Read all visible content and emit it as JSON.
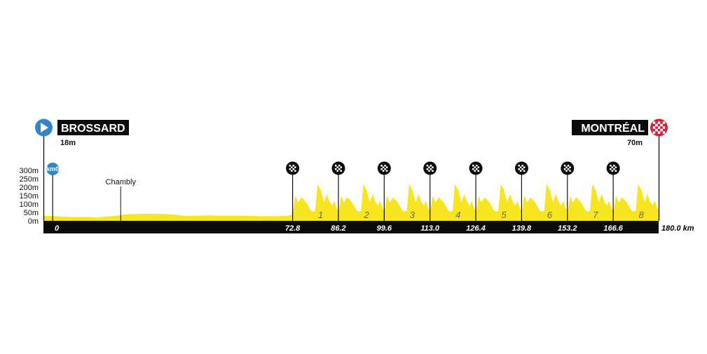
{
  "colors": {
    "profile_fill": "#f7e51f",
    "axis_bar": "#0b0b0b",
    "start_marker": "#2f86c9",
    "finish_marker": "#d0203a",
    "text": "#111111",
    "lap_number": "#6e6a3a"
  },
  "chart_data": {
    "type": "area",
    "start": {
      "name": "BROSSARD",
      "elevation_label": "18m",
      "icon": "play-arrow-icon"
    },
    "finish": {
      "name": "MONTRÉAL",
      "elevation_label": "70m",
      "icon": "checkered-flag-icon"
    },
    "km0_badge": {
      "label": "km0",
      "km": 2.6
    },
    "y_ticks": [
      "300m",
      "250m",
      "200m",
      "150m",
      "100m",
      "50m",
      "0m"
    ],
    "y_tick_values": [
      300,
      250,
      200,
      150,
      100,
      50,
      0
    ],
    "ylim": [
      0,
      300
    ],
    "xlim": [
      0,
      180
    ],
    "x_ticks": [
      {
        "km": 3.8,
        "label": "0"
      },
      {
        "km": 72.8,
        "label": "72.8"
      },
      {
        "km": 86.2,
        "label": "86.2"
      },
      {
        "km": 99.6,
        "label": "99.6"
      },
      {
        "km": 113.0,
        "label": "113.0"
      },
      {
        "km": 126.4,
        "label": "126.4"
      },
      {
        "km": 139.8,
        "label": "139.8"
      },
      {
        "km": 153.2,
        "label": "153.2"
      },
      {
        "km": 166.6,
        "label": "166.6"
      }
    ],
    "x_end_label": "180.0 km",
    "places": [
      {
        "name": "Chambly",
        "km": 22.5
      }
    ],
    "sprint_markers": [
      72.8,
      86.2,
      99.6,
      113.0,
      126.4,
      139.8,
      153.2,
      166.6
    ],
    "laps": [
      {
        "label": "1",
        "km": 81.0
      },
      {
        "label": "2",
        "km": 94.4
      },
      {
        "label": "3",
        "km": 107.8
      },
      {
        "label": "4",
        "km": 121.2
      },
      {
        "label": "5",
        "km": 134.6
      },
      {
        "label": "6",
        "km": 148.0
      },
      {
        "label": "7",
        "km": 161.4
      },
      {
        "label": "8",
        "km": 174.8
      }
    ],
    "profile_flat": [
      [
        0,
        30
      ],
      [
        3,
        28
      ],
      [
        6,
        25
      ],
      [
        9,
        22
      ],
      [
        12,
        24
      ],
      [
        15,
        20
      ],
      [
        18,
        25
      ],
      [
        21,
        30
      ],
      [
        24,
        38
      ],
      [
        27,
        40
      ],
      [
        30,
        42
      ],
      [
        33,
        41
      ],
      [
        36,
        40
      ],
      [
        39,
        35
      ],
      [
        42,
        28
      ],
      [
        45,
        30
      ],
      [
        48,
        32
      ],
      [
        51,
        31
      ],
      [
        54,
        30
      ],
      [
        57,
        30
      ],
      [
        60,
        29
      ],
      [
        63,
        28
      ],
      [
        66,
        27
      ],
      [
        69,
        28
      ],
      [
        71.5,
        30
      ]
    ],
    "lap_profile": [
      [
        0.0,
        40
      ],
      [
        0.8,
        150
      ],
      [
        1.6,
        110
      ],
      [
        2.6,
        140
      ],
      [
        3.3,
        125
      ],
      [
        4.0,
        110
      ],
      [
        4.8,
        80
      ],
      [
        5.4,
        60
      ],
      [
        6.0,
        55
      ],
      [
        6.6,
        60
      ],
      [
        7.3,
        220
      ],
      [
        8.3,
        180
      ],
      [
        9.2,
        110
      ],
      [
        10.0,
        160
      ],
      [
        10.8,
        115
      ],
      [
        11.6,
        90
      ],
      [
        12.2,
        120
      ],
      [
        12.8,
        80
      ],
      [
        13.4,
        60
      ]
    ],
    "finish_km": 180.0,
    "finish_elevation": 70
  }
}
